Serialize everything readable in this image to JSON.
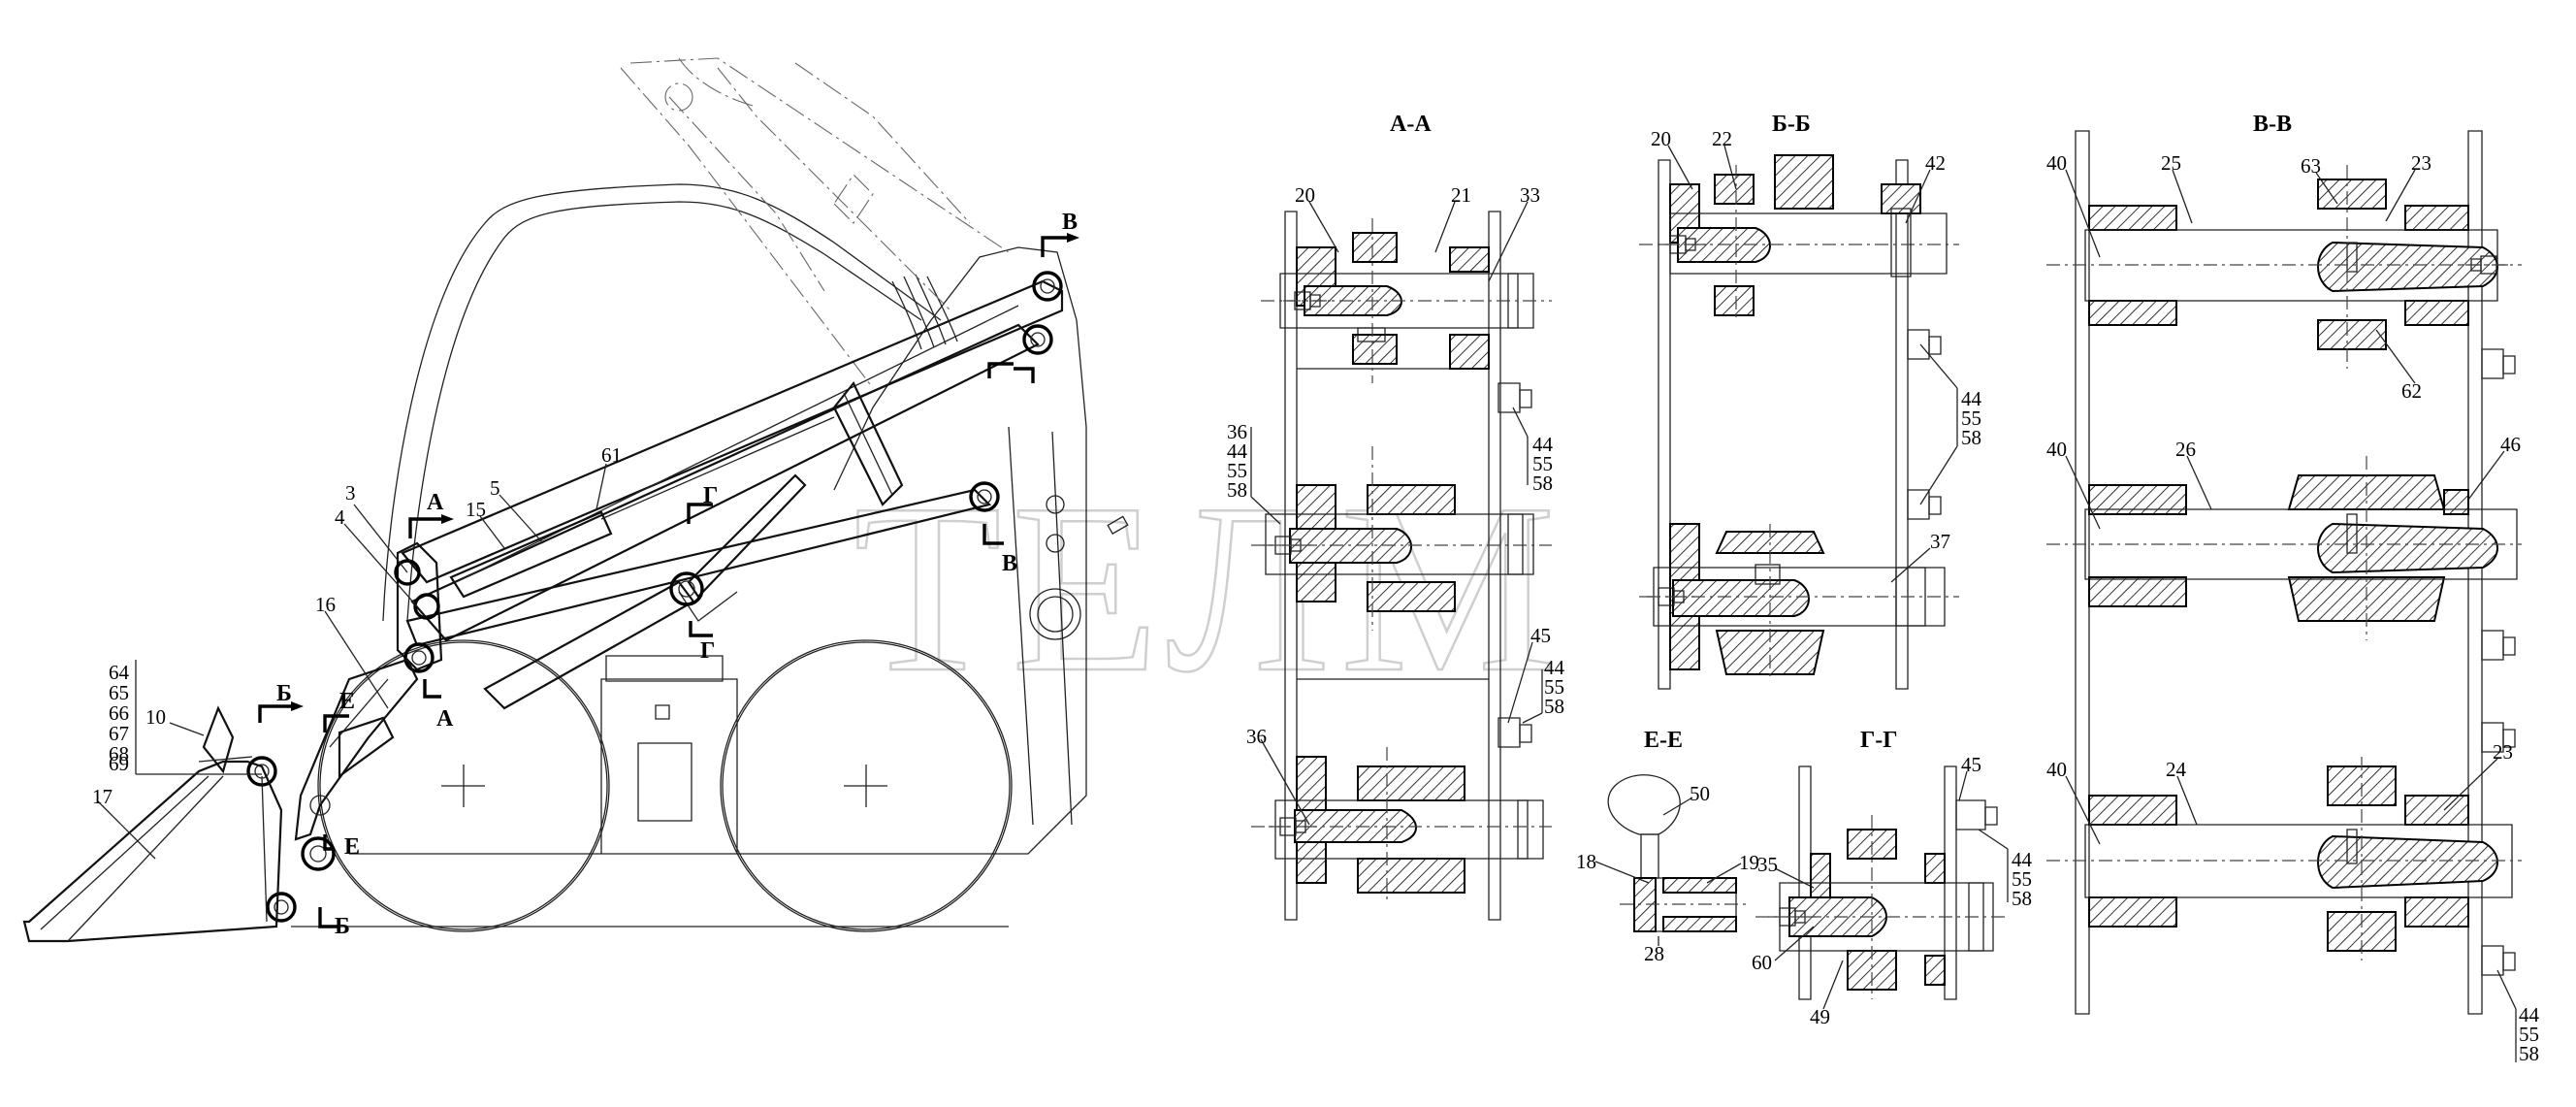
{
  "watermark": "ТЕЛМ",
  "sections": {
    "aa": "А-А",
    "bb": "Б-Б",
    "vv": "В-В",
    "ee": "Е-Е",
    "gg": "Г-Г"
  },
  "section_marks": {
    "a_top": "А",
    "a_bottom": "А",
    "b_top": "Б",
    "b_bottom": "Б",
    "v_top": "В",
    "v_bottom": "В",
    "g_top": "Г",
    "g_bottom": "Г",
    "e": "Е",
    "e2": "Е"
  },
  "main_view": {
    "callouts": [
      "3",
      "4",
      "5",
      "15",
      "61",
      "16",
      "10",
      "17",
      "64",
      "65",
      "66",
      "67",
      "68",
      "69"
    ]
  },
  "aa": {
    "callouts": [
      "20",
      "21",
      "33",
      "36",
      "44",
      "55",
      "58",
      "44",
      "55",
      "58",
      "45",
      "44",
      "55",
      "58",
      "36"
    ]
  },
  "bb": {
    "callouts": [
      "20",
      "22",
      "42",
      "44",
      "55",
      "58",
      "37"
    ]
  },
  "vv": {
    "callouts": [
      "40",
      "25",
      "63",
      "23",
      "62",
      "40",
      "26",
      "46",
      "40",
      "24",
      "23",
      "44",
      "55",
      "58"
    ]
  },
  "ee": {
    "callouts": [
      "50",
      "18",
      "19",
      "28"
    ]
  },
  "gg": {
    "callouts": [
      "45",
      "35",
      "44",
      "55",
      "58",
      "60",
      "49"
    ]
  }
}
